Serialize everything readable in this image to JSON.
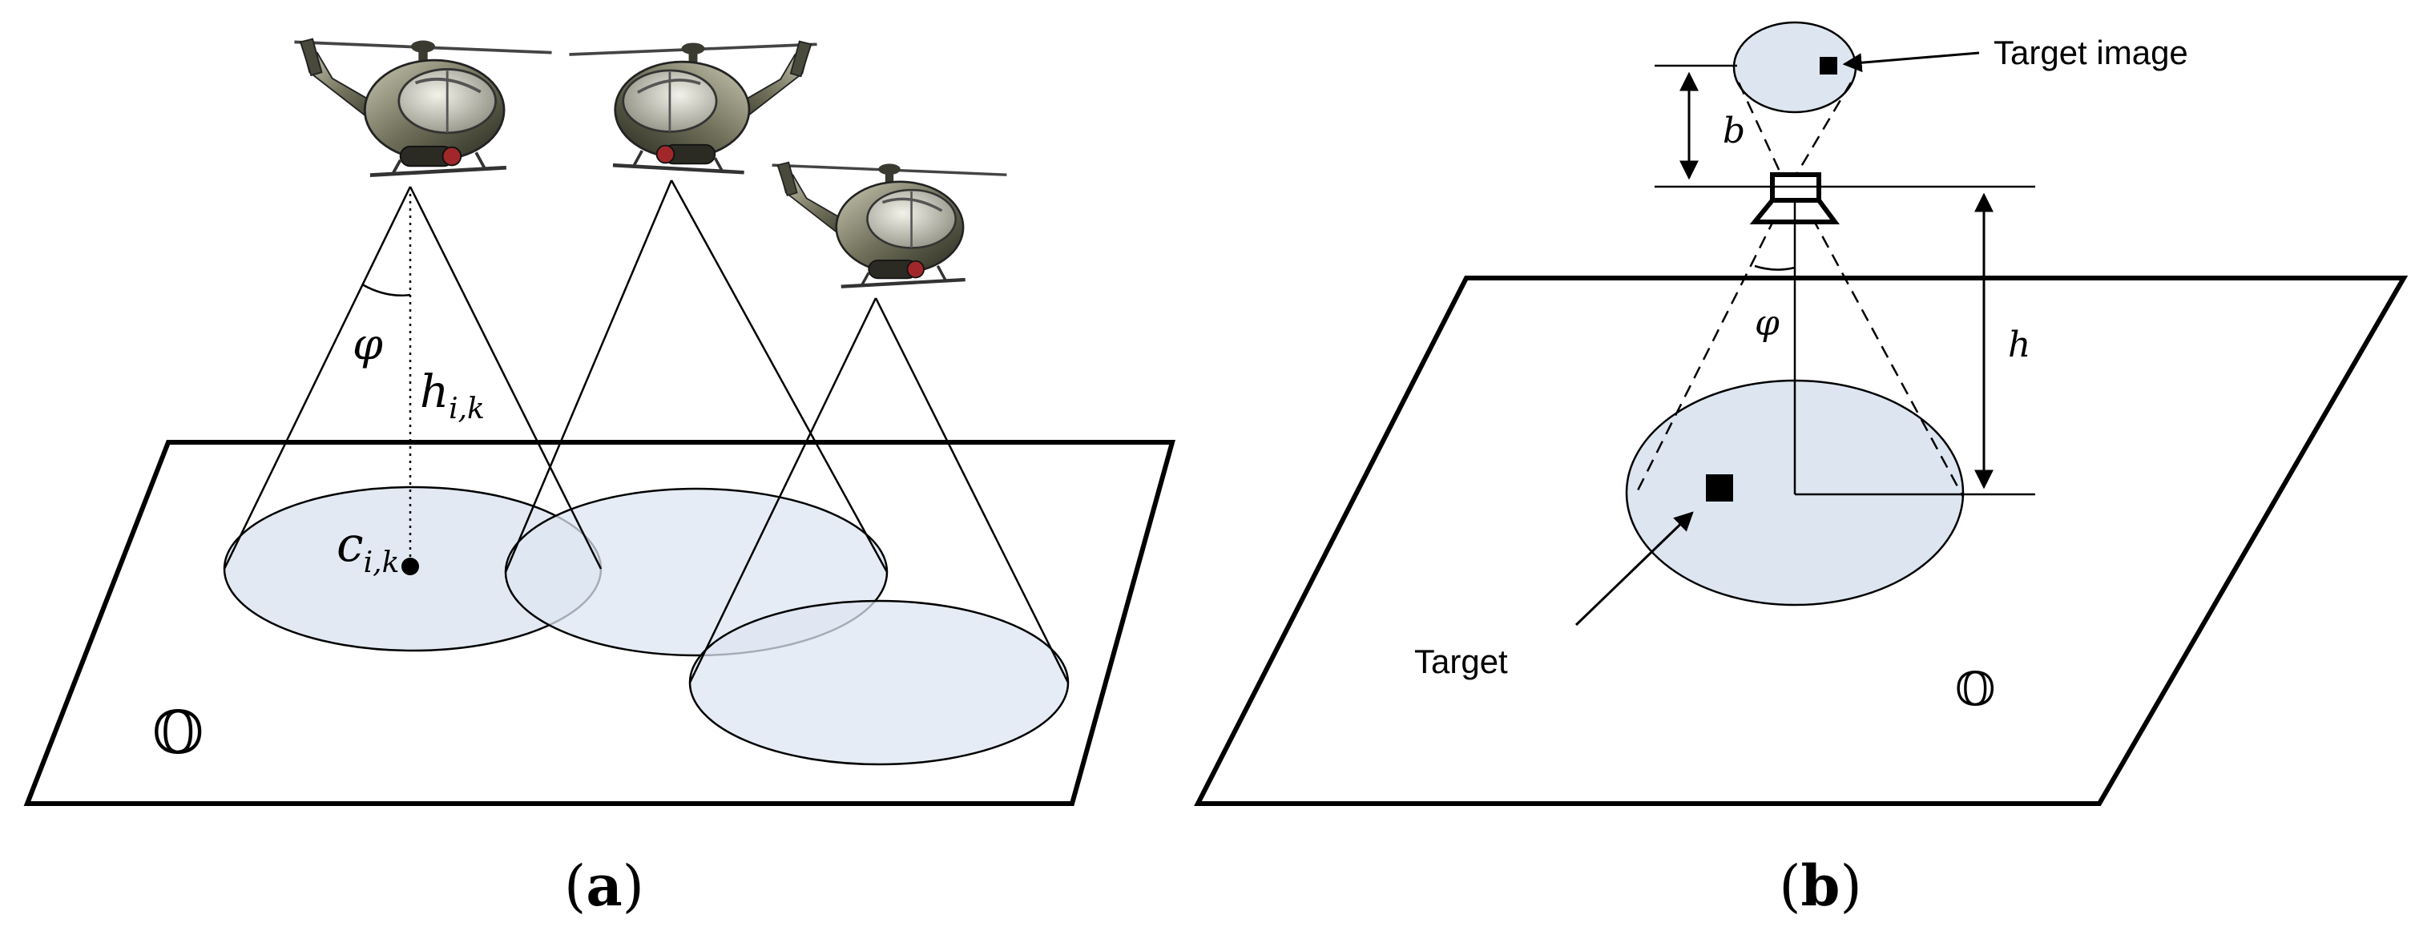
{
  "panel_a": {
    "caption_open": "(",
    "caption_letter": "a",
    "caption_close": ")",
    "angle_symbol": "φ",
    "height_main": "h",
    "height_sub": "i,k",
    "center_main": "c",
    "center_sub": "i,k",
    "region_symbol": "𝕆",
    "helicopter_count": 3,
    "colors": {
      "coverage_fill": "#dde5f1",
      "line": "#000000"
    }
  },
  "panel_b": {
    "caption_open": "(",
    "caption_letter": "b",
    "caption_close": ")",
    "target_image_label": "Target image",
    "target_label": "Target",
    "focal_symbol": "b",
    "height_symbol": "h",
    "angle_symbol": "φ",
    "region_symbol": "𝕆",
    "colors": {
      "coverage_fill": "#dde5f1",
      "line": "#000000"
    }
  }
}
